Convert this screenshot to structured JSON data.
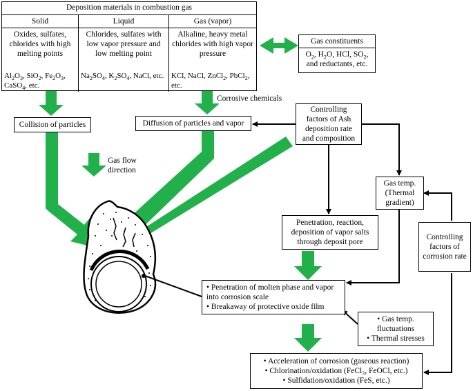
{
  "table": {
    "title": "Deposition materials in combustion gas",
    "headers": [
      "Solid",
      "Liquid",
      "Gas (vapor)"
    ],
    "descriptions": [
      "Oxides, sulfates, chlorides with high melting points",
      "Chlorides, sulfates with low vapor pressure and low melting point",
      "Alkaline, heavy metal chlorides with high vapor pressure"
    ],
    "examples": [
      [
        "Al",
        "2",
        "O",
        "3",
        ", SiO",
        "2",
        ", Fe",
        "2",
        "O",
        "3",
        ", CaSO",
        "4",
        ", etc."
      ],
      [
        "Na",
        "2",
        "SO",
        "4",
        ", K",
        "2",
        "SO",
        "4",
        ", NaCl, etc."
      ],
      [
        "KCl, NaCl, ZnCl",
        "2",
        ", PbCl",
        "2",
        ", etc."
      ]
    ]
  },
  "gas_constituents": {
    "title": "Gas constituents",
    "text": [
      "O",
      "2",
      ", H",
      "2",
      "O, HCl, SO",
      "2",
      ", and reductants, etc."
    ]
  },
  "collision": "Collision of particles",
  "corrosive_chemicals": "Corrosive chemicals",
  "diffusion": "Diffusion of particles and vapor",
  "controlling_ash": "Controlling factors of Ash deposition rate and composition",
  "gas_flow": "Gas flow direction",
  "gas_temp": "Gas temp. (Thermal gradient)",
  "controlling_corrosion": "Controlling factors of corrosion rate",
  "penetration_reaction": "Penetration, reaction, deposition of vapor salts through deposit pore",
  "penetration_molten": {
    "items": [
      "Penetration of molten phase and vapor into corrosion scale",
      "Breakaway of protective oxide film"
    ]
  },
  "fluctuations": {
    "items": [
      "Gas temp. fluctuations",
      "Thermal stresses"
    ]
  },
  "acceleration": {
    "items": [
      "Acceleration of corrosion (gaseous reaction)",
      "Chlorination/oxidation (FeCl₃, FeOCl, etc.)",
      "Sulfidation/oxidation (FeS, etc.)"
    ]
  },
  "colors": {
    "green_arrow": "#22b04b",
    "line": "#000000"
  }
}
